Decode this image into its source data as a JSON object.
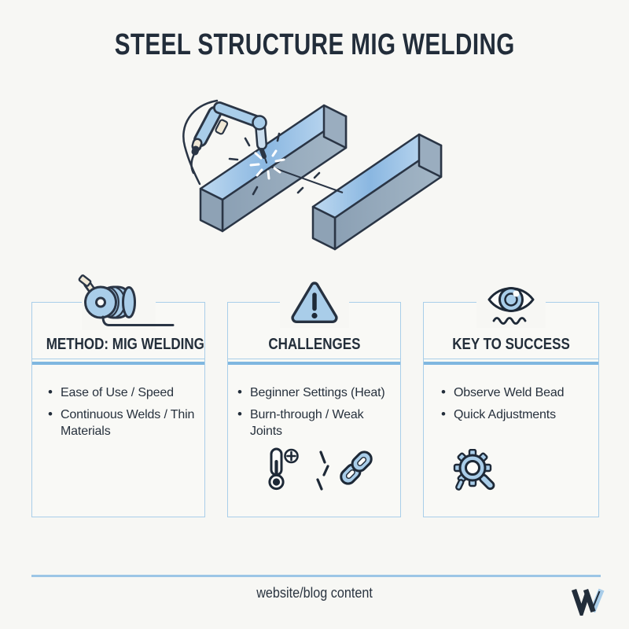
{
  "title": "STEEL STRUCTURE MIG WELDING",
  "illustration": {
    "name": "mig-welding-beams-illustration",
    "description": "MIG welding torch with cable joining two steel box beams, sparks at the weld point"
  },
  "columns": [
    {
      "icon": "wire-spool-icon",
      "header": "METHOD: MIG WELDING",
      "bullets": [
        "Ease of Use / Speed",
        "Continuous Welds / Thin Materials"
      ]
    },
    {
      "icon": "warning-triangle-icon",
      "header": "CHALLENGES",
      "bullets": [
        "Beginner Settings (Heat)",
        "Burn-through / Weak Joints"
      ],
      "body_icons": [
        "thermometer-plus-icon",
        "break-dashes-icon",
        "chain-link-icon"
      ]
    },
    {
      "icon": "eye-icon",
      "header": "KEY TO SUCCESS",
      "bullets": [
        "Observe Weld Bead",
        "Quick Adjustments"
      ],
      "body_icons": [
        "gear-magnifier-icon"
      ]
    }
  ],
  "footer": {
    "caption": "website/blog content",
    "logo": "w-logo"
  },
  "colors": {
    "background": "#f7f7f4",
    "light_blue_fill": "#a9cde9",
    "border_blue": "#a9cee9",
    "divider_blue": "#7fb7e0",
    "footer_line_blue": "#9cc6e6",
    "dark_outline": "#2a3545",
    "text_dark": "#232e3a"
  }
}
